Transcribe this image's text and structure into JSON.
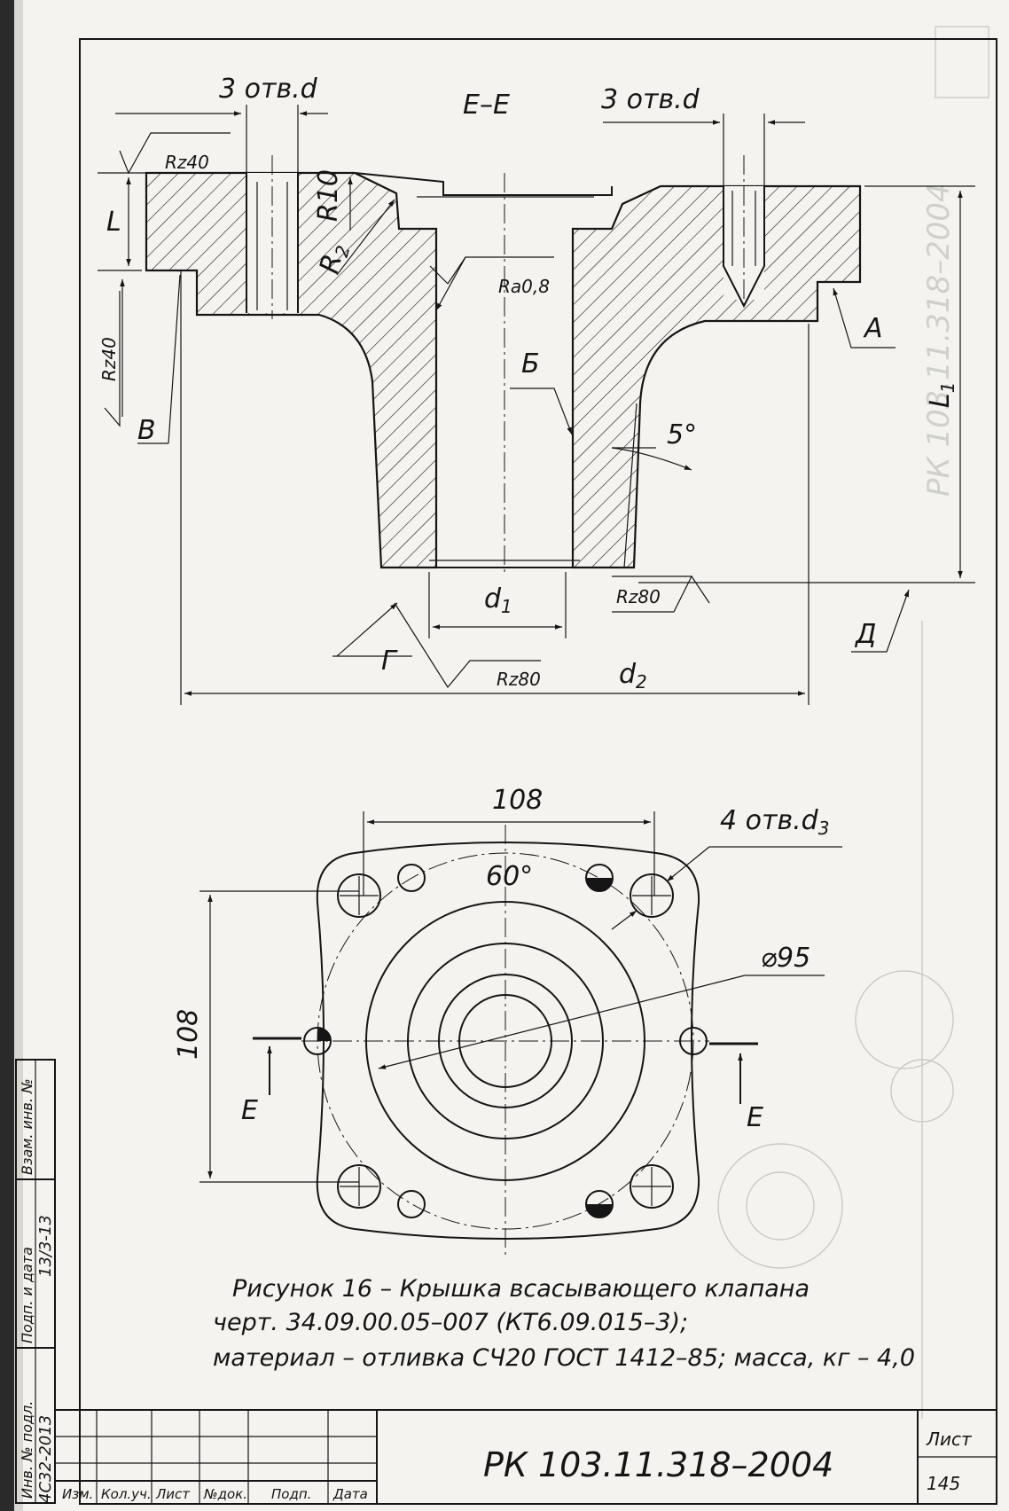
{
  "section": {
    "title": "Е–Е",
    "holes_left": "3 отв.d",
    "holes_right": "3 отв.d",
    "rough_top": "Rz40",
    "rough_side": "Rz40",
    "rough_bore": "Ra0,8",
    "rough_bottom": "Rz80",
    "rough_bottom2": "Rz80",
    "dim_L": "L",
    "dim_L1_main": "L",
    "dim_L1_sub": "1",
    "dim_R10": "R10",
    "dim_R2_main": "R",
    "dim_R2_sub": "2",
    "dim_d1_main": "d",
    "dim_d1_sub": "1",
    "dim_d2_main": "d",
    "dim_d2_sub": "2",
    "angle": "5°",
    "mark_A": "А",
    "mark_B": "Б",
    "mark_V": "В",
    "mark_G": "Г",
    "mark_D": "Д"
  },
  "plan": {
    "dim_width": "108",
    "dim_height": "108",
    "angle": "60°",
    "holes_main": "4 отв.d",
    "holes_sub": "3",
    "diameter": "⌀95",
    "cut_left": "Е",
    "cut_right": "Е"
  },
  "caption": {
    "line1": "Рисунок 16 – Крышка всасывающего клапана",
    "line2": "черт. 34.09.00.05–007 (КТ6.09.015–3);",
    "line3": "материал – отливка СЧ20 ГОСТ 1412–85; масса, кг – 4,0"
  },
  "side_stamp": {
    "inv_no": "Инв. № подл.",
    "sign_date": "Подп. и дата",
    "vzam": "Взам. инв. №",
    "inv_value": "4С32-2013",
    "date_value": "13/3-13"
  },
  "title_block": {
    "doc_code": "РК 103.11.318–2004",
    "sheet_label": "Лист",
    "sheet_no": "145",
    "cols": [
      "Изм.",
      "Кол.уч.",
      "Лист",
      "№док.",
      "Подп.",
      "Дата"
    ]
  }
}
